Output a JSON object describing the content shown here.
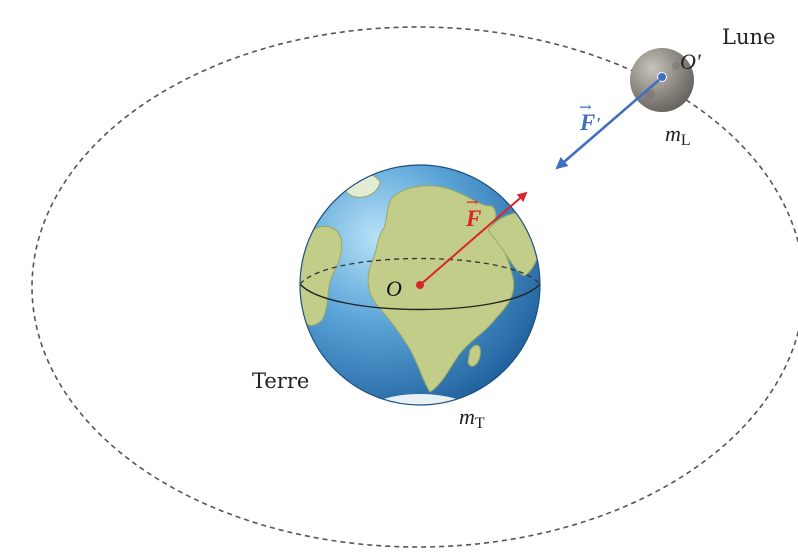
{
  "labels": {
    "moon_name": "Lune",
    "moon_center": "O'",
    "moon_mass_symbol": "m",
    "moon_mass_subscript": "L",
    "earth_name": "Terre",
    "earth_center": "O",
    "earth_mass_symbol": "m",
    "earth_mass_subscript": "T",
    "force_earth_on_moon": "F",
    "force_moon_on_earth": "F'",
    "force_moon_letter": "F",
    "force_moon_prime": "'",
    "vector_arrow": "→"
  },
  "colors": {
    "background": "#ffffff",
    "orbit": "#555555",
    "ocean": "#3f88c9",
    "ocean_light": "#a9d8f2",
    "ocean_dark": "#1d5d9a",
    "land": "#c2cd8a",
    "land_dark": "#9aa860",
    "moon": "#8c8780",
    "moon_light": "#c8c3bb",
    "moon_dark": "#5f5a55",
    "force_earth": "#d9262b",
    "force_moon": "#3f6fc1",
    "text": "#222222"
  }
}
